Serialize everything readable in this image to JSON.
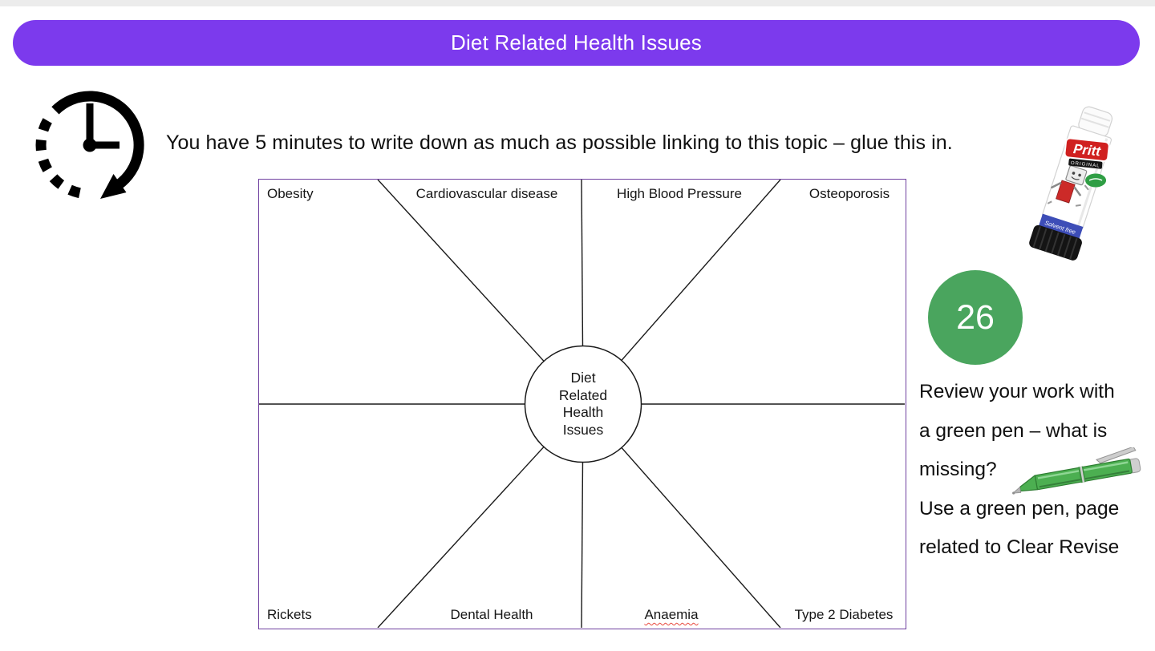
{
  "banner": {
    "title": "Diet Related Health Issues",
    "bg_color": "#7c3aed",
    "text_color": "#ffffff"
  },
  "instruction": {
    "icon": "countdown-clock-icon",
    "text": "You have 5 minutes to write down as much as possible linking to this topic – glue this in."
  },
  "glue_stick": {
    "icon": "pritt-glue-stick",
    "brand": "Pritt",
    "label": "ORIGINAL",
    "band_text": "Solvent free"
  },
  "diagram": {
    "border_color": "#7040a0",
    "line_color": "#1a1a1a",
    "center_lines": [
      "Diet",
      "Related",
      "Health",
      "Issues"
    ],
    "top_labels": [
      "Obesity",
      "Cardiovascular disease",
      "High Blood Pressure",
      "Osteoporosis"
    ],
    "bottom_labels": [
      "Rickets",
      "Dental Health",
      "Anaemia",
      "Type 2 Diabetes"
    ],
    "misspelled_label": "Anaemia"
  },
  "review": {
    "badge_number": "26",
    "badge_color": "#4aa55e",
    "line1": "Review your work with",
    "line2": "a green pen – what is",
    "line3": "missing?",
    "line4": "Use a green pen, page",
    "line5": "related to Clear Revise",
    "pen_icon": "green-pen",
    "pen_color": "#4caf51"
  }
}
